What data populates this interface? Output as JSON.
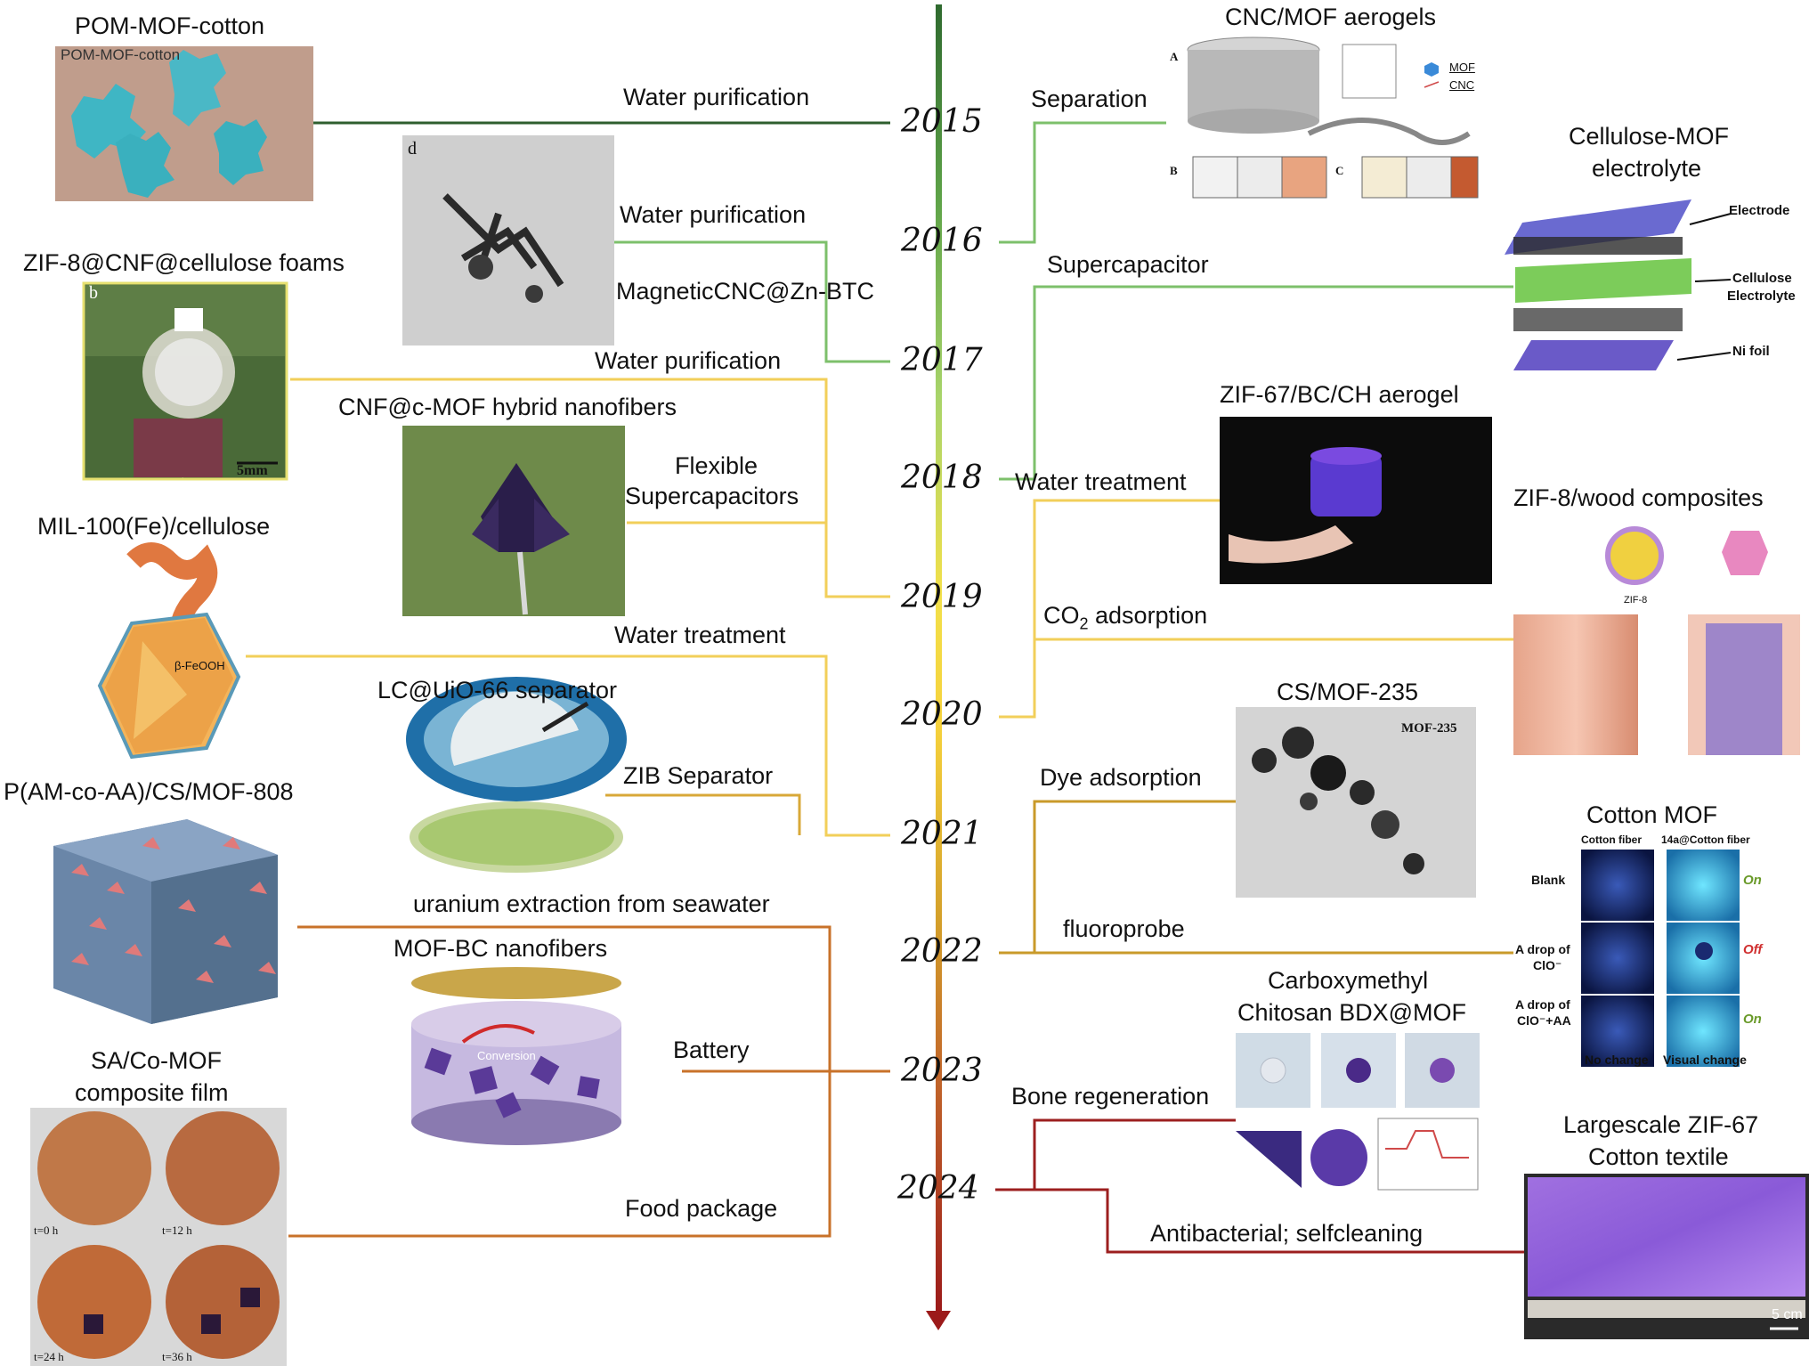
{
  "years": [
    "2015",
    "2016",
    "2017",
    "2018",
    "2019",
    "2020",
    "2021",
    "2022",
    "2023",
    "2024"
  ],
  "left_titles": {
    "pom": "POM-MOF-cotton",
    "pom_inset": "POM-MOF-cotton",
    "zif8": "ZIF-8@CNF@cellulose foams",
    "zif8_letter": "b",
    "zif8_scale": "5mm",
    "mil": "MIL-100(Fe)/cellulose",
    "mil_feooh": "β-FeOOH",
    "pam": "P(AM-co-AA)/CS/MOF-808",
    "sa_line1": "SA/Co-MOF",
    "sa_line2": "composite film",
    "sa_t0": "t=0 h",
    "sa_t12": "t=12 h",
    "sa_t24": "t=24 h",
    "sa_t36": "t=36 h",
    "tem_letter": "d",
    "cnf": "CNF@c-MOF hybrid nanofibers",
    "lc": "LC@UiO-66 separator",
    "mofbc": "MOF-BC nanofibers",
    "mofbc_conv": "Conversion"
  },
  "left_apps": {
    "a2015": "Water purification",
    "a2016": "Water purification",
    "magnetic": "MagneticCNC@Zn-BTC",
    "a2017": "Water purification",
    "flex1": "Flexible",
    "flex2": "Supercapacitors",
    "water_treat": "Water treatment",
    "zib": "ZIB Separator",
    "uranium": "uranium extraction from seawater",
    "battery": "Battery",
    "food": "Food package"
  },
  "right_titles": {
    "cnc": "CNC/MOF aerogels",
    "cnc_A": "A",
    "cnc_B": "B",
    "cnc_C": "C",
    "cnc_mof": "MOF",
    "cnc_cnc": "CNC",
    "cell1": "Cellulose-MOF",
    "cell2": "electrolyte",
    "electrode": "Electrode",
    "cell_elec1": "Cellulose",
    "cell_elec2": "Electrolyte",
    "nifoil": "Ni foil",
    "zif67bc": "ZIF-67/BC/CH aerogel",
    "zif8wood": "ZIF-8/wood composites",
    "zif8small": "ZIF-8",
    "csmof": "CS/MOF-235",
    "csmof_inset": "MOF-235",
    "cotton": "Cotton MOF",
    "cotton_fiber": "Cotton fiber",
    "cotton_14a": "14a@Cotton fiber",
    "blank": "Blank",
    "drop1a": "A drop of",
    "drop1b": "ClO⁻",
    "drop2a": "A drop of",
    "drop2b": "ClO⁻+AA",
    "on1": "On",
    "off": "Off",
    "on2": "On",
    "nochange": "No change",
    "visual": "Visual change",
    "carboxy1": "Carboxymethyl",
    "carboxy2": "Chitosan BDX@MOF",
    "large1": "Largescale ZIF-67",
    "large2": "Cotton textile",
    "scale5": "5 cm"
  },
  "right_apps": {
    "separation": "Separation",
    "supercap": "Supercapacitor",
    "water_treat": "Water treatment",
    "co2_pre": "CO",
    "co2_sub": "2",
    "co2_post": " adsorption",
    "dye": "Dye adsorption",
    "fluoro": "fluoroprobe",
    "bone": "Bone regeneration",
    "antibac": "Antibacterial; selfcleaning"
  },
  "colors": {
    "green_dark": "#2e5e2e",
    "green": "#7dc06b",
    "yellow": "#f2cf5a",
    "gold": "#c99a2a",
    "orange": "#c8722a",
    "red": "#9c1f1f"
  }
}
